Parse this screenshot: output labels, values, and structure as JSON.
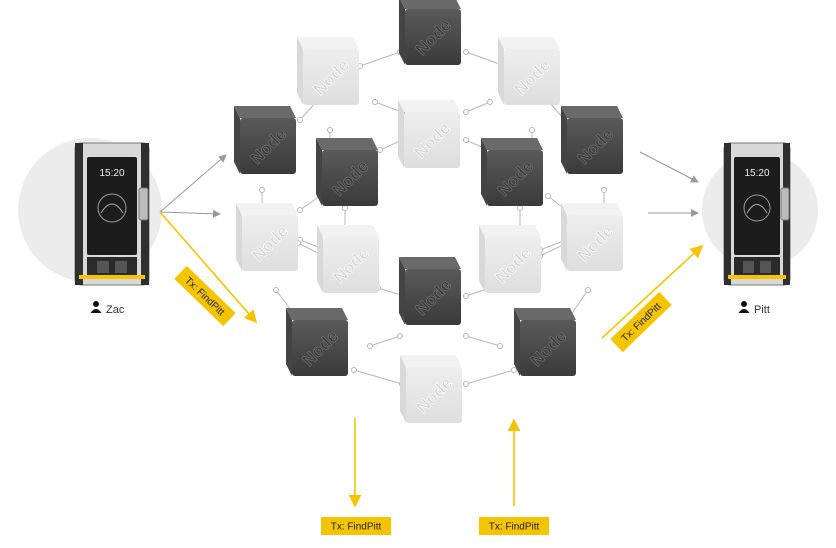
{
  "colors": {
    "accent": "#f5c400",
    "node_dark": "#505050",
    "node_light": "#e6e6e6",
    "link": "#b8b8b8",
    "halo": "#ececec",
    "arrow": "#9a9a9a"
  },
  "users": {
    "left": {
      "name": "Zac",
      "icon": "person-icon",
      "clock": "15:20"
    },
    "right": {
      "name": "Pitt",
      "icon": "person-icon",
      "clock": "15:20"
    }
  },
  "node_label": "Node",
  "tx_labels": {
    "a": "Tx: FindPitt",
    "b": "Tx: FindPitt",
    "c": "Tx: FindPitt",
    "d": "Tx: FindPitt"
  }
}
